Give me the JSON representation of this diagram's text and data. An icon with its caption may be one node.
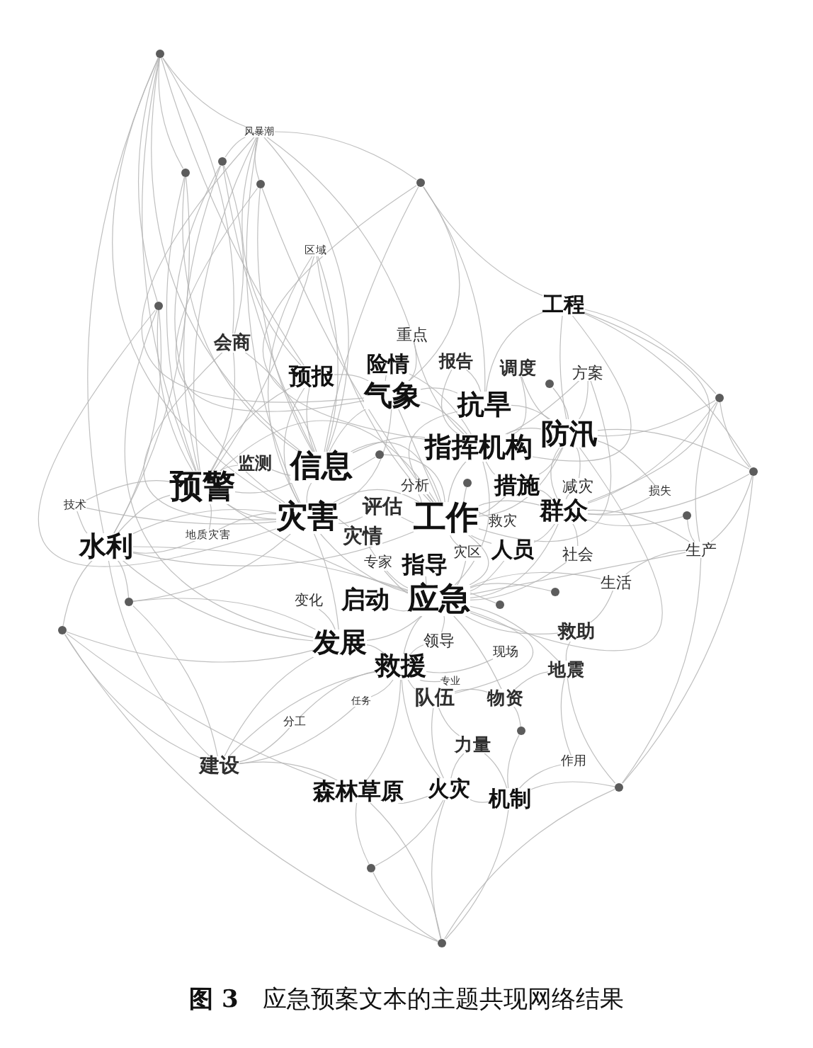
{
  "diagram": {
    "caption": "**图 3**　应急预案文本的主题共现网络结果",
    "nodes": [
      {
        "text": [],
        "shape": "circle"
      },
      {
        "text": [
          "风暴潮"
        ]
      },
      {
        "text": [],
        "shape": "circle"
      },
      {
        "text": [],
        "shape": "circle"
      },
      {
        "text": [],
        "shape": "circle"
      },
      {
        "text": [],
        "shape": "circle"
      },
      {
        "text": [
          "区域"
        ]
      },
      {
        "text": [],
        "shape": "circle"
      },
      {
        "text": [
          "工程"
        ]
      },
      {
        "text": [
          "重点"
        ]
      },
      {
        "text": [
          "会商"
        ]
      },
      {
        "text": [
          "报告"
        ]
      },
      {
        "text": [
          "险情"
        ]
      },
      {
        "text": [
          "调度"
        ]
      },
      {
        "text": [
          "方案"
        ]
      },
      {
        "text": [
          "预报"
        ]
      },
      {
        "text": [],
        "shape": "circle"
      },
      {
        "text": [
          "气象"
        ]
      },
      {
        "text": [],
        "shape": "circle"
      },
      {
        "text": [
          "抗旱"
        ]
      },
      {
        "text": [
          "防汛"
        ]
      },
      {
        "text": [
          "指挥机构"
        ]
      },
      {
        "text": [],
        "shape": "circle"
      },
      {
        "text": [
          "监测"
        ]
      },
      {
        "text": [
          "信息"
        ]
      },
      {
        "text": [],
        "shape": "circle"
      },
      {
        "text": [
          "措施"
        ]
      },
      {
        "text": [
          "减灾"
        ]
      },
      {
        "text": [],
        "shape": "circle"
      },
      {
        "text": [
          "分析"
        ]
      },
      {
        "text": [
          "预警"
        ]
      },
      {
        "text": [
          "损失"
        ]
      },
      {
        "text": [
          "技术"
        ]
      },
      {
        "text": [
          "评估"
        ]
      },
      {
        "text": [
          "群众"
        ]
      },
      {
        "text": [
          "灾害"
        ]
      },
      {
        "text": [
          "工作"
        ]
      },
      {
        "text": [
          "救灾"
        ]
      },
      {
        "text": [],
        "shape": "circle"
      },
      {
        "text": [
          "地质灾害"
        ]
      },
      {
        "text": [
          "灾情"
        ]
      },
      {
        "text": [
          "水利"
        ]
      },
      {
        "text": [
          "人员"
        ]
      },
      {
        "text": [
          "生产"
        ]
      },
      {
        "text": [
          "灾区"
        ]
      },
      {
        "text": [
          "社会"
        ]
      },
      {
        "text": [
          "专家"
        ]
      },
      {
        "text": [
          "指导"
        ]
      },
      {
        "text": [
          "生活"
        ]
      },
      {
        "text": [],
        "shape": "circle"
      },
      {
        "text": [
          "变化"
        ]
      },
      {
        "text": [
          "启动"
        ]
      },
      {
        "text": [
          "应急"
        ]
      },
      {
        "text": [],
        "shape": "circle"
      },
      {
        "text": [],
        "shape": "circle"
      },
      {
        "text": [],
        "shape": "circle"
      },
      {
        "text": [
          "救助"
        ]
      },
      {
        "text": [
          "领导"
        ]
      },
      {
        "text": [
          "发展"
        ]
      },
      {
        "text": [
          "现场"
        ]
      },
      {
        "text": [
          "救援"
        ]
      },
      {
        "text": [
          "地震"
        ]
      },
      {
        "text": [
          "专业"
        ]
      },
      {
        "text": [
          "队伍"
        ]
      },
      {
        "text": [
          "物资"
        ]
      },
      {
        "text": [
          "任务"
        ]
      },
      {
        "text": [
          "分工"
        ]
      },
      {
        "text": [],
        "shape": "circle"
      },
      {
        "text": [
          "力量"
        ]
      },
      {
        "text": [
          "作用"
        ]
      },
      {
        "text": [
          "建设"
        ]
      },
      {
        "text": [],
        "shape": "circle"
      },
      {
        "text": [
          "森林草原"
        ]
      },
      {
        "text": [
          "火灾"
        ]
      },
      {
        "text": [
          "机制"
        ]
      },
      {
        "text": [],
        "shape": "circle"
      },
      {
        "text": [],
        "shape": "circle"
      }
    ],
    "edges": [
      {
        "from": 0,
        "to": 1,
        "arrow": "none"
      },
      {
        "from": 0,
        "to": 3,
        "arrow": "none"
      },
      {
        "from": 0,
        "to": 7,
        "arrow": "none"
      },
      {
        "from": 0,
        "to": 30,
        "arrow": "none"
      },
      {
        "from": 0,
        "to": 41,
        "arrow": "none"
      },
      {
        "from": 0,
        "to": 24,
        "arrow": "none"
      },
      {
        "from": 0,
        "to": 35,
        "arrow": "none"
      },
      {
        "from": 0,
        "to": 10,
        "arrow": "none"
      },
      {
        "from": 0,
        "to": 15,
        "arrow": "none"
      },
      {
        "from": 1,
        "to": 2,
        "arrow": "none"
      },
      {
        "from": 1,
        "to": 4,
        "arrow": "none"
      },
      {
        "from": 1,
        "to": 5,
        "arrow": "none"
      },
      {
        "from": 1,
        "to": 9,
        "arrow": "none"
      },
      {
        "from": 1,
        "to": 24,
        "arrow": "none"
      },
      {
        "from": 1,
        "to": 17,
        "arrow": "none"
      },
      {
        "from": 1,
        "to": 15,
        "arrow": "none"
      },
      {
        "from": 1,
        "to": 35,
        "arrow": "none"
      },
      {
        "from": 1,
        "to": 30,
        "arrow": "none"
      },
      {
        "from": 2,
        "to": 30,
        "arrow": "none"
      },
      {
        "from": 2,
        "to": 24,
        "arrow": "none"
      },
      {
        "from": 2,
        "to": 35,
        "arrow": "none"
      },
      {
        "from": 2,
        "to": 10,
        "arrow": "none"
      },
      {
        "from": 3,
        "to": 30,
        "arrow": "none"
      },
      {
        "from": 3,
        "to": 41,
        "arrow": "none"
      },
      {
        "from": 3,
        "to": 24,
        "arrow": "none"
      },
      {
        "from": 4,
        "to": 17,
        "arrow": "none"
      },
      {
        "from": 4,
        "to": 24,
        "arrow": "none"
      },
      {
        "from": 4,
        "to": 36,
        "arrow": "none"
      },
      {
        "from": 5,
        "to": 8,
        "arrow": "none"
      },
      {
        "from": 5,
        "to": 17,
        "arrow": "none"
      },
      {
        "from": 5,
        "to": 19,
        "arrow": "none"
      },
      {
        "from": 5,
        "to": 21,
        "arrow": "none"
      },
      {
        "from": 5,
        "to": 24,
        "arrow": "none"
      },
      {
        "from": 6,
        "to": 24,
        "arrow": "none"
      },
      {
        "from": 6,
        "to": 35,
        "arrow": "none"
      },
      {
        "from": 6,
        "to": 36,
        "arrow": "none"
      },
      {
        "from": 6,
        "to": 30,
        "arrow": "none"
      },
      {
        "from": 7,
        "to": 30,
        "arrow": "none"
      },
      {
        "from": 7,
        "to": 41,
        "arrow": "none"
      },
      {
        "from": 7,
        "to": 35,
        "arrow": "none"
      },
      {
        "from": 7,
        "to": 58,
        "arrow": "none"
      },
      {
        "from": 8,
        "to": 20,
        "arrow": "none"
      },
      {
        "from": 8,
        "to": 19,
        "arrow": "none"
      },
      {
        "from": 8,
        "to": 21,
        "arrow": "none"
      },
      {
        "from": 8,
        "to": 34,
        "arrow": "none"
      },
      {
        "from": 8,
        "to": 18,
        "arrow": "none"
      },
      {
        "from": 8,
        "to": 25,
        "arrow": "none"
      },
      {
        "from": 9,
        "to": 17,
        "arrow": "none"
      },
      {
        "from": 9,
        "to": 21,
        "arrow": "none"
      },
      {
        "from": 10,
        "to": 24,
        "arrow": "none"
      },
      {
        "from": 10,
        "to": 30,
        "arrow": "none"
      },
      {
        "from": 10,
        "to": 35,
        "arrow": "none"
      },
      {
        "from": 11,
        "to": 19,
        "arrow": "none"
      },
      {
        "from": 11,
        "to": 21,
        "arrow": "none"
      },
      {
        "from": 12,
        "to": 17,
        "arrow": "none"
      },
      {
        "from": 12,
        "to": 21,
        "arrow": "none"
      },
      {
        "from": 13,
        "to": 20,
        "arrow": "none"
      },
      {
        "from": 13,
        "to": 21,
        "arrow": "none"
      },
      {
        "from": 14,
        "to": 20,
        "arrow": "none"
      },
      {
        "from": 14,
        "to": 21,
        "arrow": "none"
      },
      {
        "from": 14,
        "to": 36,
        "arrow": "none"
      },
      {
        "from": 15,
        "to": 24,
        "arrow": "none"
      },
      {
        "from": 15,
        "to": 30,
        "arrow": "none"
      },
      {
        "from": 15,
        "to": 35,
        "arrow": "none"
      },
      {
        "from": 15,
        "to": 17,
        "arrow": "none"
      },
      {
        "from": 16,
        "to": 20,
        "arrow": "none"
      },
      {
        "from": 17,
        "to": 24,
        "arrow": "none"
      },
      {
        "from": 17,
        "to": 21,
        "arrow": "none"
      },
      {
        "from": 17,
        "to": 36,
        "arrow": "none"
      },
      {
        "from": 17,
        "to": 35,
        "arrow": "none"
      },
      {
        "from": 17,
        "to": 19,
        "arrow": "none"
      },
      {
        "from": 18,
        "to": 20,
        "arrow": "none"
      },
      {
        "from": 18,
        "to": 34,
        "arrow": "none"
      },
      {
        "from": 18,
        "to": 43,
        "arrow": "none"
      },
      {
        "from": 18,
        "to": 25,
        "arrow": "none"
      },
      {
        "from": 19,
        "to": 20,
        "arrow": "none"
      },
      {
        "from": 19,
        "to": 36,
        "arrow": "none"
      },
      {
        "from": 20,
        "to": 21,
        "arrow": "none"
      },
      {
        "from": 20,
        "to": 34,
        "arrow": "none"
      },
      {
        "from": 20,
        "to": 36,
        "arrow": "none"
      },
      {
        "from": 20,
        "to": 52,
        "arrow": "none"
      },
      {
        "from": 20,
        "to": 26,
        "arrow": "none"
      },
      {
        "from": 21,
        "to": 36,
        "arrow": "none"
      },
      {
        "from": 21,
        "to": 52,
        "arrow": "none"
      },
      {
        "from": 21,
        "to": 24,
        "arrow": "none"
      },
      {
        "from": 21,
        "to": 26,
        "arrow": "none"
      },
      {
        "from": 22,
        "to": 24,
        "arrow": "none"
      },
      {
        "from": 22,
        "to": 36,
        "arrow": "none"
      },
      {
        "from": 23,
        "to": 30,
        "arrow": "none"
      },
      {
        "from": 23,
        "to": 24,
        "arrow": "none"
      },
      {
        "from": 24,
        "to": 35,
        "arrow": "none"
      },
      {
        "from": 24,
        "to": 30,
        "arrow": "none"
      },
      {
        "from": 24,
        "to": 36,
        "arrow": "none"
      },
      {
        "from": 25,
        "to": 20,
        "arrow": "none"
      },
      {
        "from": 25,
        "to": 43,
        "arrow": "none"
      },
      {
        "from": 25,
        "to": 34,
        "arrow": "none"
      },
      {
        "from": 25,
        "to": 71,
        "arrow": "none"
      },
      {
        "from": 26,
        "to": 36,
        "arrow": "none"
      },
      {
        "from": 26,
        "to": 34,
        "arrow": "none"
      },
      {
        "from": 27,
        "to": 20,
        "arrow": "none"
      },
      {
        "from": 27,
        "to": 34,
        "arrow": "none"
      },
      {
        "from": 28,
        "to": 36,
        "arrow": "none"
      },
      {
        "from": 29,
        "to": 36,
        "arrow": "none"
      },
      {
        "from": 30,
        "to": 35,
        "arrow": "none"
      },
      {
        "from": 30,
        "to": 41,
        "arrow": "none"
      },
      {
        "from": 30,
        "to": 52,
        "arrow": "none"
      },
      {
        "from": 30,
        "to": 36,
        "arrow": "none"
      },
      {
        "from": 31,
        "to": 34,
        "arrow": "none"
      },
      {
        "from": 31,
        "to": 20,
        "arrow": "none"
      },
      {
        "from": 32,
        "to": 41,
        "arrow": "none"
      },
      {
        "from": 32,
        "to": 30,
        "arrow": "none"
      },
      {
        "from": 32,
        "to": 35,
        "arrow": "none"
      },
      {
        "from": 33,
        "to": 35,
        "arrow": "none"
      },
      {
        "from": 33,
        "to": 36,
        "arrow": "none"
      },
      {
        "from": 34,
        "to": 36,
        "arrow": "none"
      },
      {
        "from": 34,
        "to": 52,
        "arrow": "none"
      },
      {
        "from": 34,
        "to": 42,
        "arrow": "none"
      },
      {
        "from": 35,
        "to": 36,
        "arrow": "none"
      },
      {
        "from": 35,
        "to": 52,
        "arrow": "none"
      },
      {
        "from": 35,
        "to": 58,
        "arrow": "none"
      },
      {
        "from": 36,
        "to": 52,
        "arrow": "none"
      },
      {
        "from": 36,
        "to": 42,
        "arrow": "none"
      },
      {
        "from": 37,
        "to": 36,
        "arrow": "none"
      },
      {
        "from": 38,
        "to": 34,
        "arrow": "none"
      },
      {
        "from": 38,
        "to": 43,
        "arrow": "none"
      },
      {
        "from": 39,
        "to": 30,
        "arrow": "none"
      },
      {
        "from": 39,
        "to": 41,
        "arrow": "none"
      },
      {
        "from": 39,
        "to": 35,
        "arrow": "none"
      },
      {
        "from": 40,
        "to": 35,
        "arrow": "none"
      },
      {
        "from": 40,
        "to": 52,
        "arrow": "none"
      },
      {
        "from": 41,
        "to": 35,
        "arrow": "none"
      },
      {
        "from": 41,
        "to": 52,
        "arrow": "none"
      },
      {
        "from": 41,
        "to": 36,
        "arrow": "none"
      },
      {
        "from": 41,
        "to": 58,
        "arrow": "none"
      },
      {
        "from": 41,
        "to": 70,
        "arrow": "none"
      },
      {
        "from": 42,
        "to": 52,
        "arrow": "none"
      },
      {
        "from": 43,
        "to": 34,
        "arrow": "none"
      },
      {
        "from": 43,
        "to": 52,
        "arrow": "none"
      },
      {
        "from": 43,
        "to": 48,
        "arrow": "none"
      },
      {
        "from": 43,
        "to": 71,
        "arrow": "none"
      },
      {
        "from": 44,
        "to": 52,
        "arrow": "none"
      },
      {
        "from": 44,
        "to": 36,
        "arrow": "none"
      },
      {
        "from": 45,
        "to": 34,
        "arrow": "none"
      },
      {
        "from": 45,
        "to": 52,
        "arrow": "none"
      },
      {
        "from": 46,
        "to": 52,
        "arrow": "none"
      },
      {
        "from": 47,
        "to": 52,
        "arrow": "none"
      },
      {
        "from": 48,
        "to": 52,
        "arrow": "none"
      },
      {
        "from": 48,
        "to": 56,
        "arrow": "none"
      },
      {
        "from": 49,
        "to": 52,
        "arrow": "none"
      },
      {
        "from": 50,
        "to": 58,
        "arrow": "none"
      },
      {
        "from": 51,
        "to": 52,
        "arrow": "none"
      },
      {
        "from": 53,
        "to": 52,
        "arrow": "none"
      },
      {
        "from": 54,
        "to": 41,
        "arrow": "none"
      },
      {
        "from": 54,
        "to": 58,
        "arrow": "none"
      },
      {
        "from": 54,
        "to": 70,
        "arrow": "none"
      },
      {
        "from": 54,
        "to": 35,
        "arrow": "none"
      },
      {
        "from": 55,
        "to": 41,
        "arrow": "none"
      },
      {
        "from": 55,
        "to": 70,
        "arrow": "none"
      },
      {
        "from": 55,
        "to": 58,
        "arrow": "none"
      },
      {
        "from": 55,
        "to": 72,
        "arrow": "none"
      },
      {
        "from": 55,
        "to": 76,
        "arrow": "none"
      },
      {
        "from": 56,
        "to": 52,
        "arrow": "none"
      },
      {
        "from": 56,
        "to": 61,
        "arrow": "none"
      },
      {
        "from": 57,
        "to": 52,
        "arrow": "none"
      },
      {
        "from": 57,
        "to": 60,
        "arrow": "none"
      },
      {
        "from": 58,
        "to": 52,
        "arrow": "none"
      },
      {
        "from": 58,
        "to": 60,
        "arrow": "none"
      },
      {
        "from": 58,
        "to": 70,
        "arrow": "none"
      },
      {
        "from": 59,
        "to": 60,
        "arrow": "none"
      },
      {
        "from": 60,
        "to": 52,
        "arrow": "none"
      },
      {
        "from": 60,
        "to": 63,
        "arrow": "none"
      },
      {
        "from": 60,
        "to": 72,
        "arrow": "none"
      },
      {
        "from": 60,
        "to": 73,
        "arrow": "none"
      },
      {
        "from": 61,
        "to": 52,
        "arrow": "none"
      },
      {
        "from": 61,
        "to": 64,
        "arrow": "none"
      },
      {
        "from": 62,
        "to": 60,
        "arrow": "none"
      },
      {
        "from": 63,
        "to": 52,
        "arrow": "none"
      },
      {
        "from": 63,
        "to": 68,
        "arrow": "none"
      },
      {
        "from": 63,
        "to": 73,
        "arrow": "none"
      },
      {
        "from": 64,
        "to": 52,
        "arrow": "none"
      },
      {
        "from": 64,
        "to": 63,
        "arrow": "none"
      },
      {
        "from": 65,
        "to": 60,
        "arrow": "none"
      },
      {
        "from": 65,
        "to": 70,
        "arrow": "none"
      },
      {
        "from": 66,
        "to": 60,
        "arrow": "none"
      },
      {
        "from": 66,
        "to": 70,
        "arrow": "none"
      },
      {
        "from": 67,
        "to": 64,
        "arrow": "none"
      },
      {
        "from": 67,
        "to": 74,
        "arrow": "none"
      },
      {
        "from": 68,
        "to": 73,
        "arrow": "none"
      },
      {
        "from": 68,
        "to": 74,
        "arrow": "none"
      },
      {
        "from": 69,
        "to": 61,
        "arrow": "none"
      },
      {
        "from": 69,
        "to": 74,
        "arrow": "none"
      },
      {
        "from": 70,
        "to": 72,
        "arrow": "none"
      },
      {
        "from": 70,
        "to": 60,
        "arrow": "none"
      },
      {
        "from": 71,
        "to": 61,
        "arrow": "none"
      },
      {
        "from": 71,
        "to": 74,
        "arrow": "none"
      },
      {
        "from": 71,
        "to": 76,
        "arrow": "none"
      },
      {
        "from": 72,
        "to": 73,
        "arrow": "none"
      },
      {
        "from": 72,
        "to": 75,
        "arrow": "none"
      },
      {
        "from": 72,
        "to": 76,
        "arrow": "none"
      },
      {
        "from": 73,
        "to": 74,
        "arrow": "none"
      },
      {
        "from": 73,
        "to": 75,
        "arrow": "none"
      },
      {
        "from": 73,
        "to": 76,
        "arrow": "none"
      },
      {
        "from": 74,
        "to": 76,
        "arrow": "none"
      },
      {
        "from": 75,
        "to": 76,
        "arrow": "none"
      }
    ]
  }
}
